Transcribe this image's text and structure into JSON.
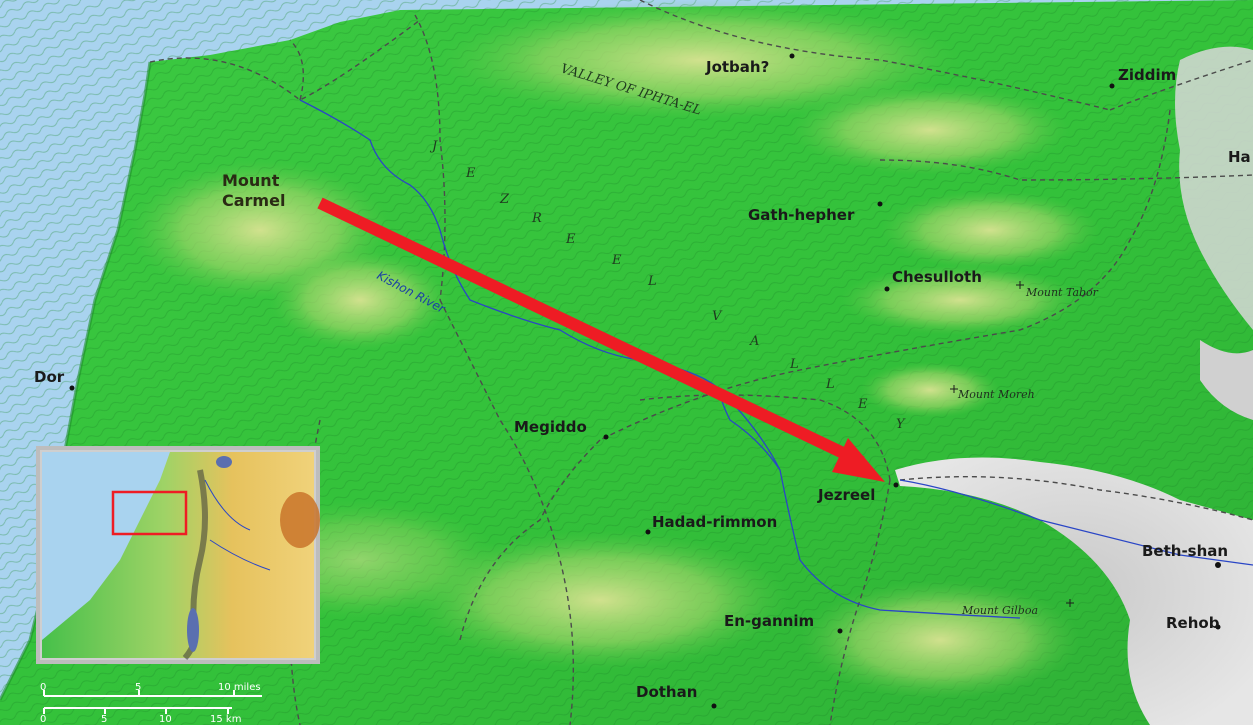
{
  "places": {
    "jotbah": "Jotbah?",
    "ziddim": "Ziddim",
    "ha": "Ha",
    "mount_carmel_l1": "Mount",
    "mount_carmel_l2": "Carmel",
    "gath_hepher": "Gath-hepher",
    "chesulloth": "Chesulloth",
    "mount_tabor": "Mount Tabor",
    "dor": "Dor",
    "mount_moreh": "Mount Moreh",
    "megiddo": "Megiddo",
    "jezreel": "Jezreel",
    "hadad_rimmon": "Hadad-rimmon",
    "beth_shan": "Beth-shan",
    "mount_gilboa": "Mount Gilboa",
    "en_gannim": "En-gannim",
    "rehob": "Rehob",
    "dothan": "Dothan"
  },
  "features": {
    "valley_of_iphtah_el": "VALLEY OF IPHTA-EL",
    "kishon_river": "Kishon River",
    "jezreel_valley_letters": [
      "J",
      "E",
      "Z",
      "R",
      "E",
      "E",
      "L",
      "V",
      "A",
      "L",
      "L",
      "E",
      "Y"
    ]
  },
  "scale": {
    "miles_ticks": [
      "0",
      "5",
      "10 miles"
    ],
    "km_ticks": [
      "0",
      "5",
      "10",
      "15 km"
    ]
  },
  "colors": {
    "sea": "#a9d3ef",
    "lowland": "#35c23b",
    "highland": "#cfe08a",
    "desert": "#d9d9d9",
    "arrow": "#ee1c24",
    "river": "#2a46c6",
    "border": "#4b4b4b"
  }
}
